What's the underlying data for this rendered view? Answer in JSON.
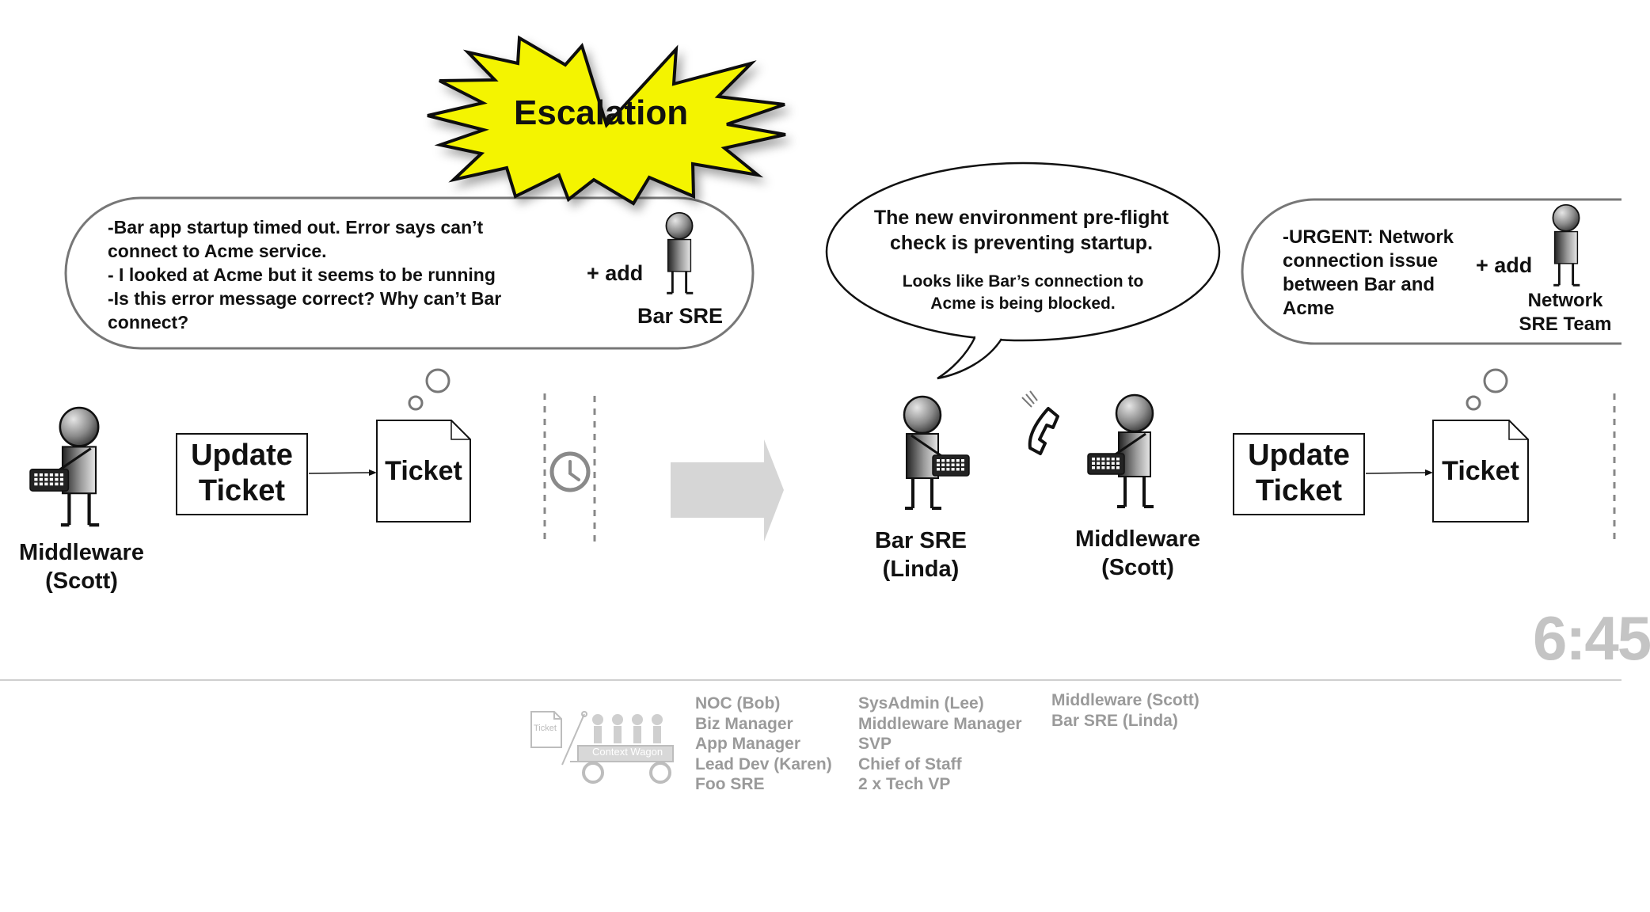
{
  "escalation": {
    "label": "Escalation"
  },
  "left_bubble": {
    "lines": [
      "-Bar app startup timed out. Error says can’t",
      "connect to Acme service.",
      "- I looked at Acme but it seems to be running",
      "-Is this error message correct? Why can’t Bar",
      "connect?"
    ],
    "add_label": "+ add",
    "added_person": "Bar SRE"
  },
  "speech_bubble": {
    "headline": [
      "The new environment pre-flight",
      "check is preventing startup."
    ],
    "detail": [
      "Looks like Bar’s connection to",
      "Acme is being blocked."
    ]
  },
  "right_bubble": {
    "lines": [
      "-URGENT: Network",
      "connection issue",
      "between Bar and",
      "Acme"
    ],
    "add_label": "+ add",
    "added_person": [
      "Network",
      "SRE Team"
    ]
  },
  "left_flow": {
    "person": [
      "Middleware",
      "(Scott)"
    ],
    "update_box": [
      "Update",
      "Ticket"
    ],
    "ticket": "Ticket"
  },
  "right_flow": {
    "person_a": [
      "Bar SRE",
      "(Linda)"
    ],
    "person_b": [
      "Middleware",
      "(Scott)"
    ],
    "update_box": [
      "Update",
      "Ticket"
    ],
    "ticket": "Ticket"
  },
  "timer": "6:45",
  "wagon": {
    "ticket_label": "Ticket",
    "wagon_label": "Context Wagon"
  },
  "roster": {
    "col1": [
      "NOC (Bob)",
      "Biz Manager",
      "App Manager",
      "Lead Dev (Karen)",
      "Foo SRE"
    ],
    "col2": [
      "SysAdmin (Lee)",
      "Middleware Manager",
      "SVP",
      "Chief of Staff",
      "2 x Tech VP"
    ],
    "col3": [
      "Middleware (Scott)",
      "Bar SRE (Linda)"
    ]
  },
  "colors": {
    "starburst": "#f4f400",
    "arrow": "#d6d6d6",
    "roster_text": "#9a9a9a",
    "timer": "#c4c4c4"
  }
}
